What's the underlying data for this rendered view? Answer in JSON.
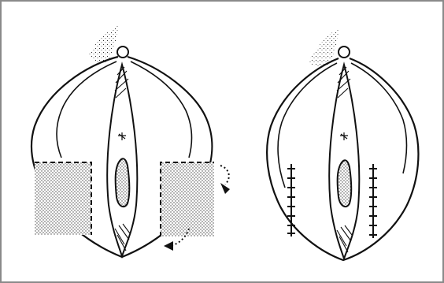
{
  "figure": {
    "panels": [
      {
        "id": "left",
        "view": "before-closure",
        "elements": [
          "shaded-flap-left",
          "shaded-flap-right",
          "rotation-arrow-upper",
          "rotation-arrow-lower"
        ]
      },
      {
        "id": "right",
        "view": "after-closure",
        "elements": [
          "suture-line-left",
          "suture-line-right"
        ]
      }
    ],
    "colors": {
      "border": "#8a8a8a",
      "ink": "#111111",
      "stipple": "#444444",
      "background": "#ffffff"
    }
  }
}
